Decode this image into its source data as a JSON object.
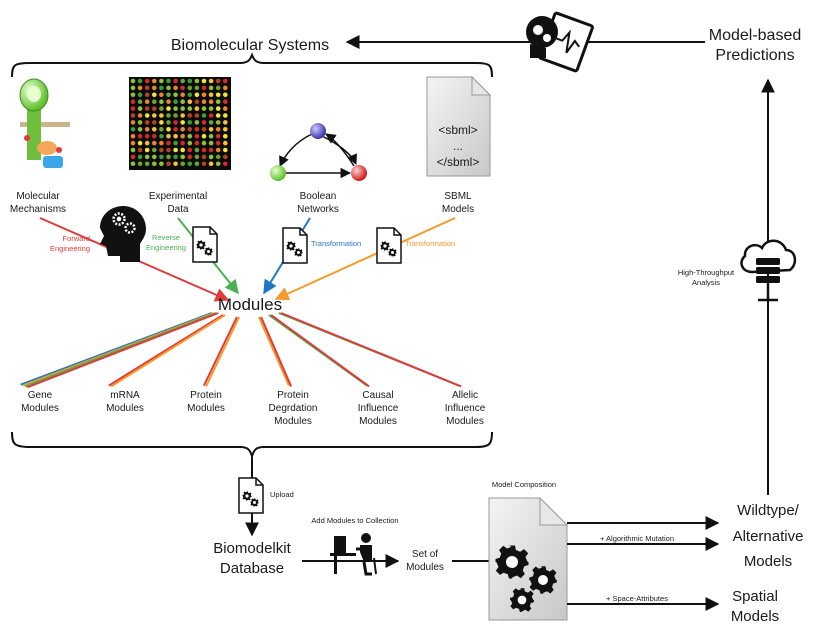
{
  "header": {
    "biomolecular_systems": "Biomolecular Systems",
    "predictions_line1": "Model-based",
    "predictions_line2": "Predictions"
  },
  "sources": {
    "molecular_1": "Molecular",
    "molecular_2": "Mechanisms",
    "experimental_1": "Experimental",
    "experimental_2": "Data",
    "boolean_1": "Boolean",
    "boolean_2": "Networks",
    "sbml_1": "SBML",
    "sbml_2": "Models",
    "sbml_doc_1": "<sbml>",
    "sbml_doc_2": "...",
    "sbml_doc_3": "</sbml>"
  },
  "methods": {
    "forward_1": "Forward",
    "forward_2": "Engineering",
    "reverse_1": "Reverse",
    "reverse_2": "Engineering",
    "transformation_blue": "Transformation",
    "transformation_orange": "Transformation"
  },
  "modules": {
    "title": "Modules",
    "gene_1": "Gene",
    "gene_2": "Modules",
    "mrna_1": "mRNA",
    "mrna_2": "Modules",
    "protein_1": "Protein",
    "protein_2": "Modules",
    "degr_1": "Protein",
    "degr_2": "Degrdation",
    "degr_3": "Modules",
    "causal_1": "Causal",
    "causal_2": "Influence",
    "causal_3": "Modules",
    "allelic_1": "Allelic",
    "allelic_2": "Influence",
    "allelic_3": "Modules"
  },
  "workflow": {
    "upload": "Upload",
    "db_1": "Biomodelkit",
    "db_2": "Database",
    "add_to_collection": "Add Modules to Collection",
    "set_1": "Set of",
    "set_2": "Modules",
    "model_composition": "Model Composition",
    "algorithmic_mutation": "+ Algorithmic Mutation",
    "space_attributes": "+ Space-Attributes",
    "wildtype_1": "Wildtype/",
    "wildtype_2": "Alternative",
    "wildtype_3": "Models",
    "spatial_1": "Spatial",
    "spatial_2": "Models",
    "htp_1": "High-Throughput",
    "htp_2": "Analysis"
  },
  "colors": {
    "forward": "#e03a3a",
    "reverse": "#4caf50",
    "transformation_blue": "#1f77c4",
    "transformation_orange": "#f39a2b"
  }
}
